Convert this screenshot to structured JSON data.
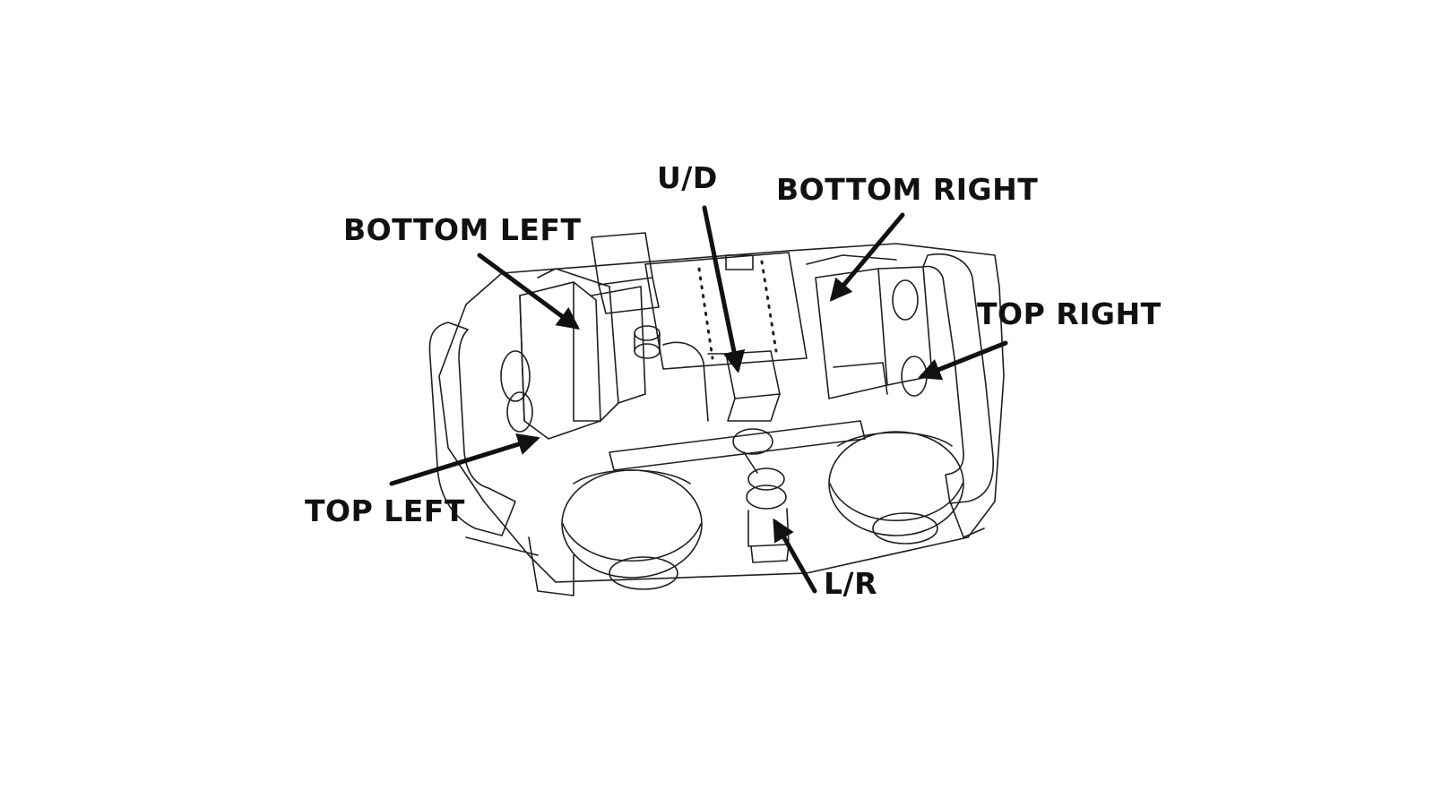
{
  "diagram": {
    "line_color": "#1a1a1a",
    "arrow_color": "#111111",
    "labels": {
      "ud": "U/D",
      "bottom_right": "BOTTOM RIGHT",
      "bottom_left": "BOTTOM LEFT",
      "top_right": "TOP RIGHT",
      "top_left": "TOP LEFT",
      "lr": "L/R"
    }
  }
}
